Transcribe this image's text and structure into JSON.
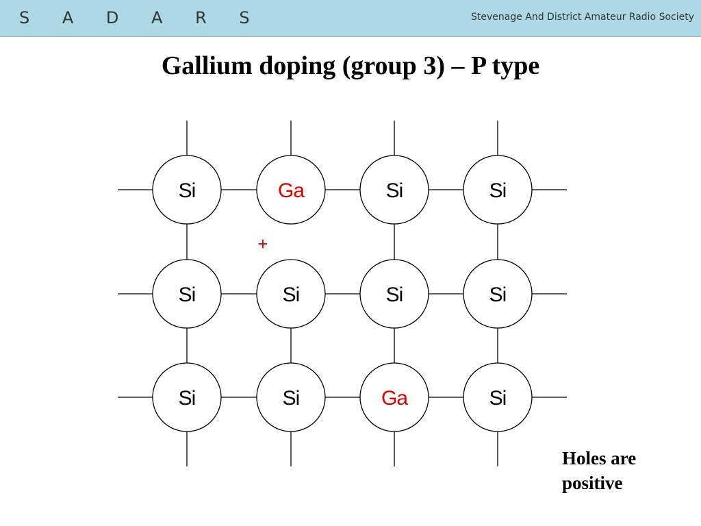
{
  "header": {
    "logo": "S A D A R S",
    "org": "Stevenage And District Amateur Radio Society"
  },
  "title": "Gallium doping (group 3) – P type",
  "lattice": {
    "rows": [
      [
        "Si",
        "Ga",
        "Si",
        "Si"
      ],
      [
        "Si",
        "Si",
        "Si",
        "Si"
      ],
      [
        "Si",
        "Si",
        "Ga",
        "Si"
      ]
    ],
    "dopant": "Ga",
    "dopant_color": "#e00000",
    "atom_color": "#000000",
    "hole_symbol": "+",
    "hole_color": "#e00000"
  },
  "note": {
    "line1": "Holes are",
    "line2": "positive"
  }
}
